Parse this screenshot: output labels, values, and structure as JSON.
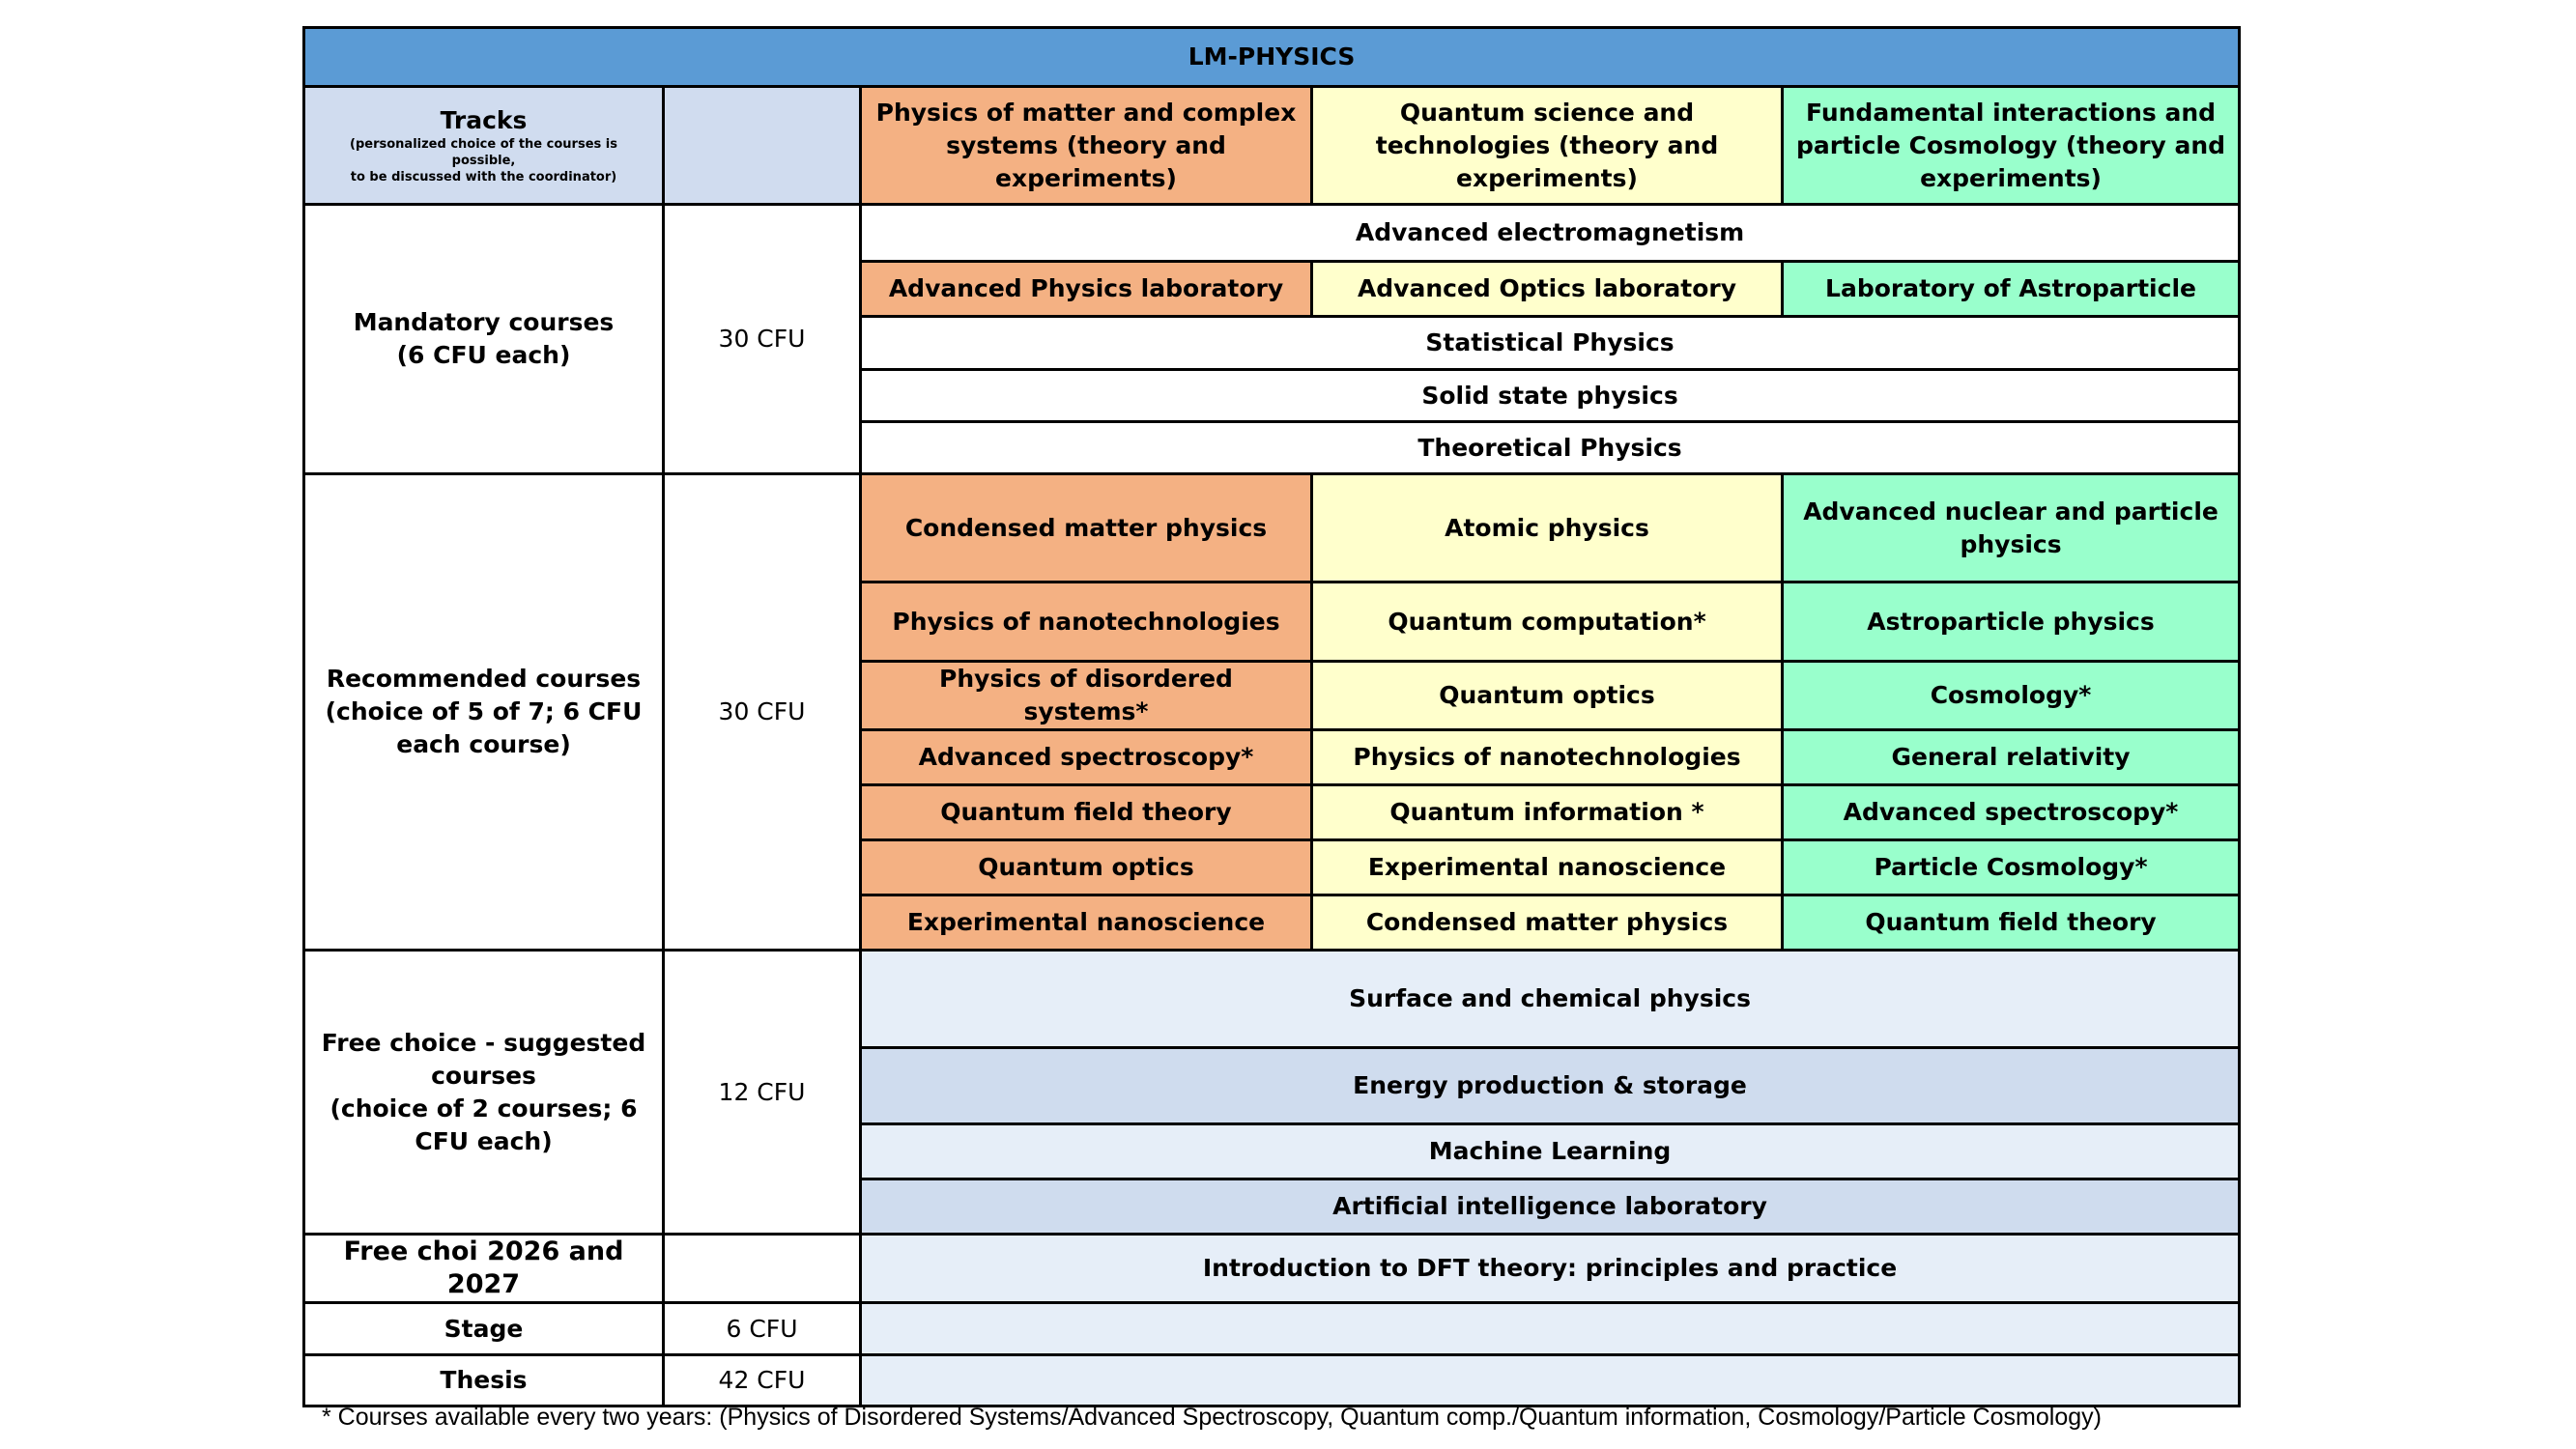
{
  "title": "LM-PHYSICS",
  "tracks": {
    "label": "Tracks",
    "note_line1": "(personalized choice of the courses is possible,",
    "note_line2": "to be discussed with the coordinator)",
    "track1": "Physics of matter and complex systems (theory and experiments)",
    "track2": "Quantum science and technologies (theory and experiments)",
    "track3": "Fundamental interactions and particle Cosmology (theory and experiments)"
  },
  "mandatory": {
    "label_line1": "Mandatory courses",
    "label_line2": "(6 CFU each)",
    "cfu": "30 CFU",
    "common1": "Advanced electromagnetism",
    "lab1": "Advanced Physics laboratory",
    "lab2": "Advanced Optics laboratory",
    "lab3": "Laboratory of Astroparticle",
    "common2": "Statistical Physics",
    "common3": "Solid state physics",
    "common4": "Theoretical Physics"
  },
  "recommended": {
    "label": "Recommended courses (choice of 5 of 7; 6 CFU each course)",
    "cfu": "30 CFU",
    "rows": [
      [
        "Condensed matter physics",
        "Atomic physics",
        "Advanced nuclear and particle physics"
      ],
      [
        "Physics of nanotechnologies",
        "Quantum computation*",
        "Astroparticle physics"
      ],
      [
        "Physics of disordered systems*",
        "Quantum optics",
        "Cosmology*"
      ],
      [
        "Advanced spectroscopy*",
        "Physics of nanotechnologies",
        "General relativity"
      ],
      [
        "Quantum field theory",
        "Quantum information *",
        "Advanced spectroscopy*"
      ],
      [
        "Quantum optics",
        "Experimental nanoscience",
        "Particle Cosmology*"
      ],
      [
        "Experimental nanoscience",
        "Condensed matter physics",
        "Quantum field theory"
      ]
    ]
  },
  "free_choice": {
    "label_line1": "Free choice - suggested courses",
    "label_line2": "(choice of 2 courses; 6 CFU each)",
    "cfu": "12 CFU",
    "courses": [
      "Surface and chemical physics",
      "Energy production & storage",
      "Machine Learning",
      "Artificial intelligence laboratory"
    ]
  },
  "free_choice_2026": {
    "label": "Free choi  2026 and 2027",
    "course": "Introduction to DFT theory: principles and practice"
  },
  "stage": {
    "label": "Stage",
    "cfu": "6 CFU"
  },
  "thesis": {
    "label": "Thesis",
    "cfu": "42 CFU"
  },
  "footnote": "* Courses available every two years: (Physics of Disordered Systems/Advanced Spectroscopy, Quantum comp./Quantum information, Cosmology/Particle Cosmology)"
}
